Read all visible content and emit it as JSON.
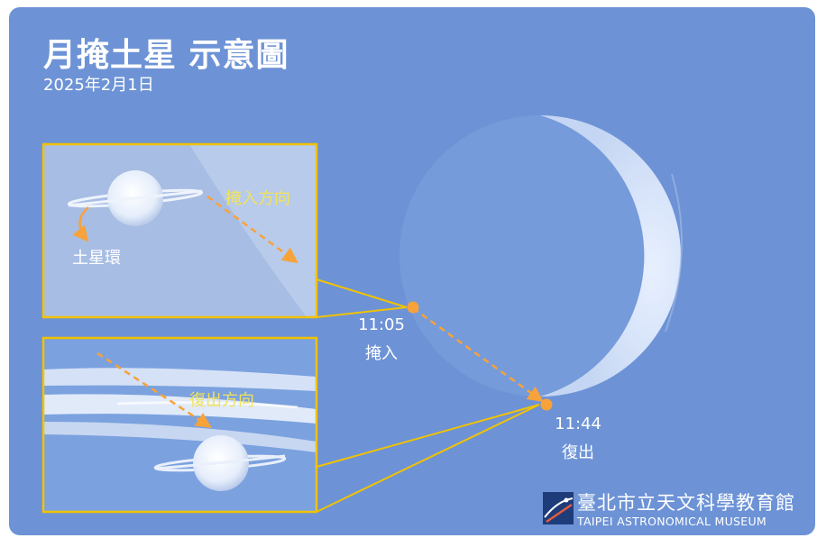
{
  "header": {
    "title": "月掩土星 示意圖",
    "date": "2025年2月1日"
  },
  "ingress": {
    "time": "11:05",
    "label": "掩入",
    "direction_label": "掩入方向"
  },
  "egress": {
    "time": "11:44",
    "label": "復出",
    "direction_label": "復出方向"
  },
  "saturn_ring_label": "土星環",
  "museum": {
    "name_zh": "臺北市立天文科學教育館",
    "name_en": "TAIPEI ASTRONOMICAL MUSEUM",
    "icon": "museum-logo-icon"
  },
  "colors": {
    "sky": "#6d93d6",
    "highlight": "#f2c200",
    "path_dot": "#f7a23a",
    "label_yellow": "#f2e25a"
  }
}
